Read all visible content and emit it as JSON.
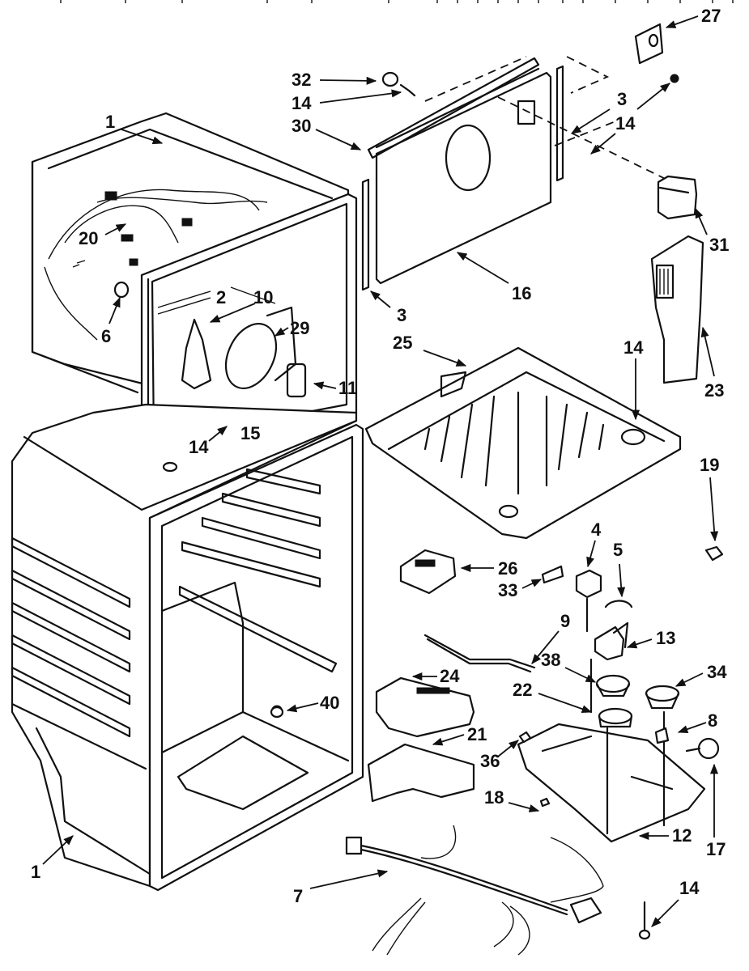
{
  "diagram": {
    "title": "Refrigerator liner parts (exploded view)",
    "callouts": [
      {
        "id": "c27",
        "label": "27"
      },
      {
        "id": "c32",
        "label": "32"
      },
      {
        "id": "c14a",
        "label": "14"
      },
      {
        "id": "c30",
        "label": "30"
      },
      {
        "id": "c3a",
        "label": "3"
      },
      {
        "id": "c14b",
        "label": "14"
      },
      {
        "id": "c1a",
        "label": "1"
      },
      {
        "id": "c31",
        "label": "31"
      },
      {
        "id": "c20",
        "label": "20"
      },
      {
        "id": "c16",
        "label": "16"
      },
      {
        "id": "c2",
        "label": "2"
      },
      {
        "id": "c10",
        "label": "10"
      },
      {
        "id": "c6",
        "label": "6"
      },
      {
        "id": "c3b",
        "label": "3"
      },
      {
        "id": "c29",
        "label": "29"
      },
      {
        "id": "c25",
        "label": "25"
      },
      {
        "id": "c14c",
        "label": "14"
      },
      {
        "id": "c23",
        "label": "23"
      },
      {
        "id": "c11",
        "label": "11"
      },
      {
        "id": "c15",
        "label": "15"
      },
      {
        "id": "c14d",
        "label": "14"
      },
      {
        "id": "c19",
        "label": "19"
      },
      {
        "id": "c4",
        "label": "4"
      },
      {
        "id": "c26",
        "label": "26"
      },
      {
        "id": "c5",
        "label": "5"
      },
      {
        "id": "c33",
        "label": "33"
      },
      {
        "id": "c9",
        "label": "9"
      },
      {
        "id": "c13",
        "label": "13"
      },
      {
        "id": "c38",
        "label": "38"
      },
      {
        "id": "c24",
        "label": "24"
      },
      {
        "id": "c34",
        "label": "34"
      },
      {
        "id": "c40",
        "label": "40"
      },
      {
        "id": "c22",
        "label": "22"
      },
      {
        "id": "c8",
        "label": "8"
      },
      {
        "id": "c36",
        "label": "36"
      },
      {
        "id": "c21",
        "label": "21"
      },
      {
        "id": "c17",
        "label": "17"
      },
      {
        "id": "c18",
        "label": "18"
      },
      {
        "id": "c12",
        "label": "12"
      },
      {
        "id": "c1b",
        "label": "1"
      },
      {
        "id": "c7",
        "label": "7"
      },
      {
        "id": "c14e",
        "label": "14"
      }
    ]
  }
}
